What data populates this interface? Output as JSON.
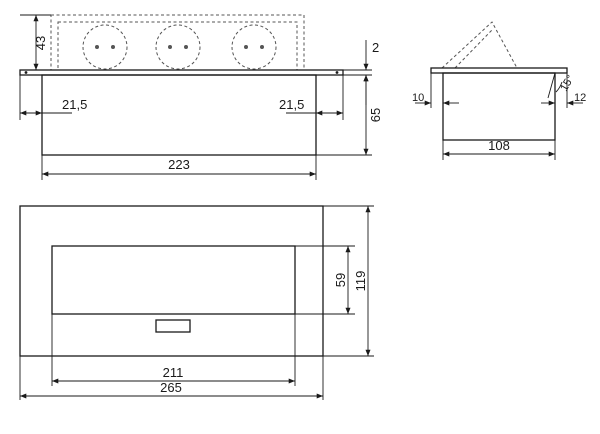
{
  "front_view": {
    "height_lid": "43",
    "plate_thickness": "2",
    "left_offset": "21,5",
    "right_offset": "21,5",
    "body_height": "65",
    "body_width": "223"
  },
  "side_view": {
    "left_gap": "10",
    "right_gap": "12",
    "angle": "15°",
    "body_width": "108"
  },
  "top_view": {
    "opening_height": "59",
    "outer_height": "119",
    "opening_width": "211",
    "outer_width": "265"
  }
}
